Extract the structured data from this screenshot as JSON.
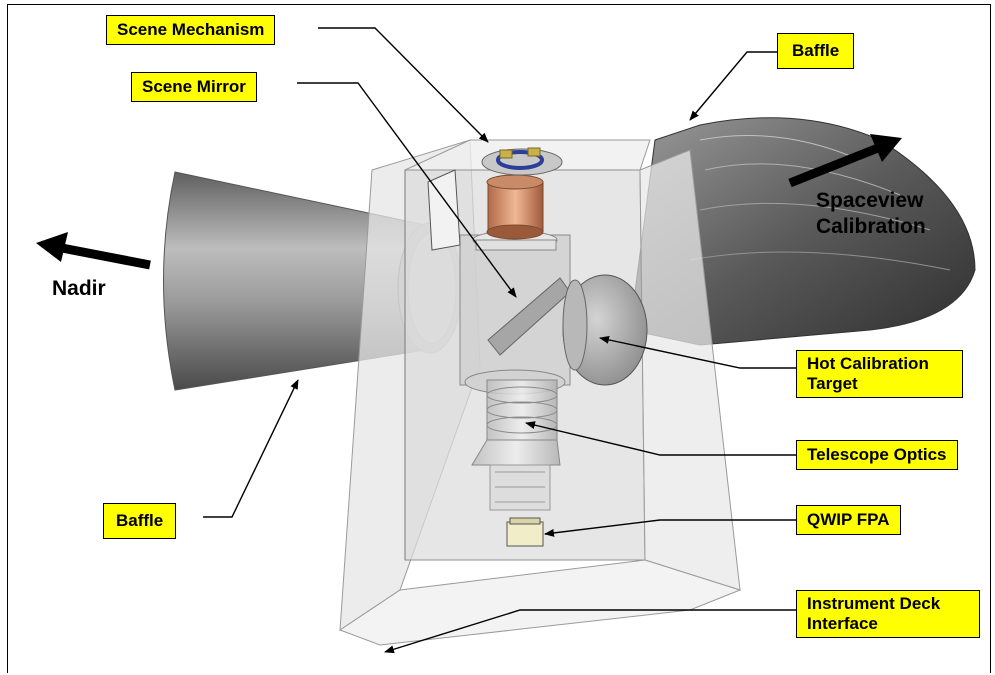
{
  "callouts": {
    "scene_mechanism": "Scene Mechanism",
    "scene_mirror": "Scene Mirror",
    "baffle_top": "Baffle",
    "hot_calibration_target_line1": "Hot Calibration",
    "hot_calibration_target_line2": "Target",
    "telescope_optics": "Telescope Optics",
    "qwip_fpa": "QWIP FPA",
    "instrument_deck_line1": "Instrument Deck",
    "instrument_deck_line2": "Interface",
    "baffle_bottom": "Baffle"
  },
  "directions": {
    "nadir": "Nadir",
    "spaceview_line1": "Spaceview",
    "spaceview_line2": "Calibration"
  },
  "colors": {
    "callout_fill": "#ffff00",
    "housing": "#d9d9d9",
    "baffle": "#8c8c8c",
    "arrow": "#000000"
  }
}
